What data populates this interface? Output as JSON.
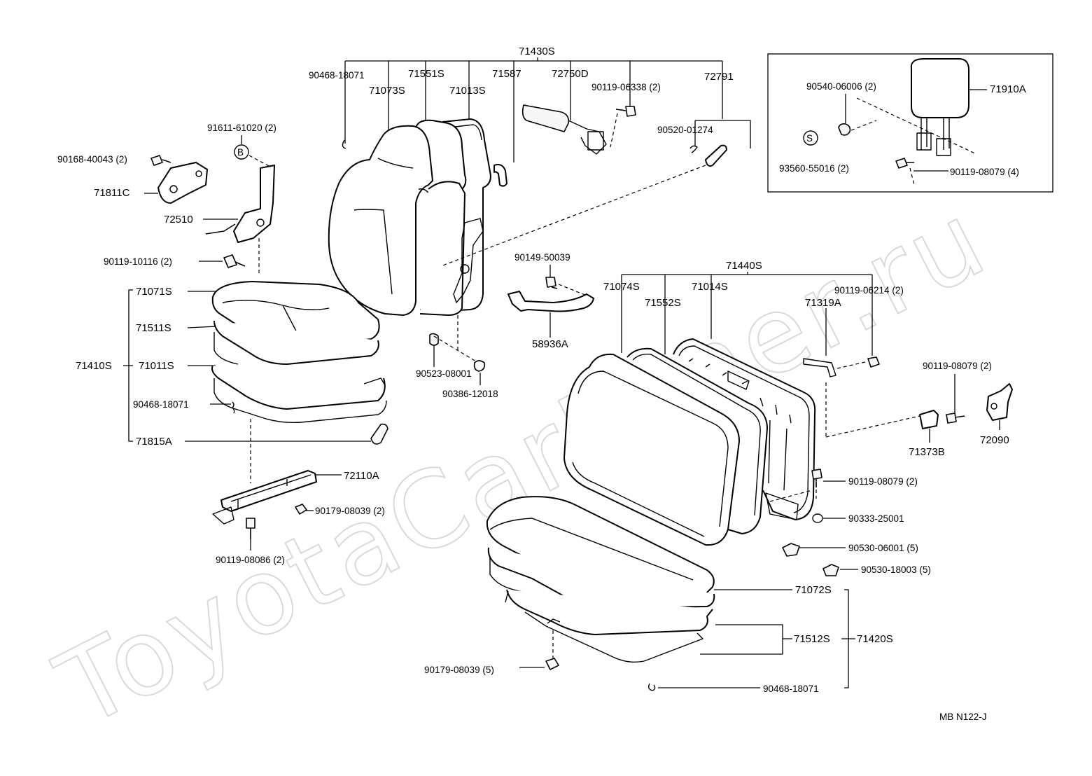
{
  "watermark": "ToyotaCarMiner.ru",
  "diagram_code": "MB  N122-J",
  "labels": {
    "p71430S": "71430S",
    "p90468_18071_top": "90468-18071",
    "p71551S": "71551S",
    "p71587": "71587",
    "p72750D": "72750D",
    "p72791": "72791",
    "p71073S": "71073S",
    "p71013S": "71013S",
    "p90119_06338": "90119-06338 (2)",
    "p90520_01274": "90520-01274",
    "p91611_61020": "91611-61020 (2)",
    "p90168_40043": "90168-40043 (2)",
    "p71811C": "71811C",
    "p72510": "72510",
    "p90119_10116": "90119-10116 (2)",
    "p71071S": "71071S",
    "p71511S": "71511S",
    "p71410S": "71410S",
    "p71011S": "71011S",
    "p90468_18071_mid": "90468-18071",
    "p71815A": "71815A",
    "p72110A": "72110A",
    "p90179_08039_2": "90179-08039 (2)",
    "p90119_08086": "90119-08086 (2)",
    "p90523_08001": "90523-08001",
    "p90386_12018": "90386-12018",
    "p90149_50039": "90149-50039",
    "p58936A": "58936A",
    "p71440S": "71440S",
    "p71074S": "71074S",
    "p71014S": "71014S",
    "p71552S": "71552S",
    "p71319A": "71319A",
    "p90119_06214": "90119-06214 (2)",
    "p90119_08079_2a": "90119-08079 (2)",
    "p71373B": "71373B",
    "p72090": "72090",
    "p90119_08079_2b": "90119-08079 (2)",
    "p90333_25001": "90333-25001",
    "p90530_06001": "90530-06001 (5)",
    "p90530_18003": "90530-18003 (5)",
    "p71072S": "71072S",
    "p71512S": "71512S",
    "p71420S": "71420S",
    "p90179_08039_5": "90179-08039 (5)",
    "p90468_18071_bot": "90468-18071",
    "p90540_06006": "90540-06006 (2)",
    "p71910A": "71910A",
    "p93560_55016": "93560-55016 (2)",
    "p90119_08079_4": "90119-08079 (4)"
  },
  "callouts": {
    "b": "B",
    "s": "S"
  }
}
